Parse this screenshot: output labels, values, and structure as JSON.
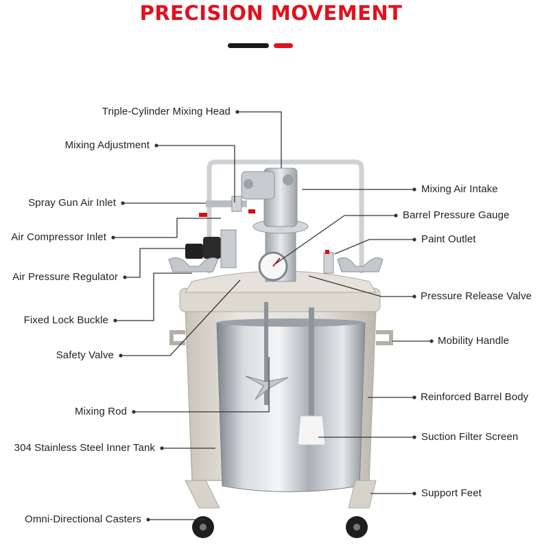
{
  "title": "PRECISION MOVEMENT",
  "colors": {
    "accent_red": "#e3101d",
    "accent_dark": "#1a1a1a",
    "leader_line": "#333333",
    "barrel_shell": "#e1ddd5",
    "steel": "#b8bdc2"
  },
  "labels_left": [
    "Triple-Cylinder Mixing Head",
    "Mixing Adjustment",
    "Spray Gun Air Inlet",
    "Air Compressor Inlet",
    "Air Pressure Regulator",
    "Fixed Lock Buckle",
    "Safety Valve",
    "Mixing Rod",
    "304 Stainless Steel Inner Tank",
    "Omni-Directional Casters"
  ],
  "labels_right": [
    "Mixing Air Intake",
    "Barrel Pressure Gauge",
    "Paint Outlet",
    "Pressure Release Valve",
    "Mobility Handle",
    "Reinforced Barrel Body",
    "Suction Filter Screen",
    "Support Feet"
  ]
}
